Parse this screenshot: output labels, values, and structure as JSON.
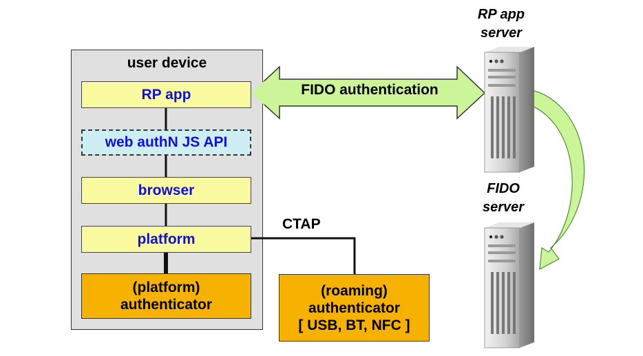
{
  "user_device": {
    "title": "user device",
    "layers": {
      "rp_app": "RP app",
      "webauthn_api": "web authN JS API",
      "browser": "browser",
      "platform": "platform"
    },
    "platform_authenticator": {
      "line1": "(platform)",
      "line2": "authenticator"
    }
  },
  "roaming_authenticator": {
    "line1": "(roaming)",
    "line2": "authenticator",
    "line3": "[ USB, BT, NFC ]"
  },
  "connections": {
    "ctap": "CTAP",
    "fido_authentication": "FIDO authentication"
  },
  "servers": {
    "rp_app_server": {
      "line1": "RP app",
      "line2": "server"
    },
    "fido_server": {
      "line1": "FIDO",
      "line2": "server"
    }
  },
  "colors": {
    "device_bg": "#e0e0e0",
    "layer_fill": "#fafaa0",
    "layer_text": "#1010d8",
    "api_fill": "#cfeef4",
    "authenticator_fill": "#f7b100",
    "arrow_fill": "#ccf59a",
    "server_gray": "#c8c8c8"
  }
}
